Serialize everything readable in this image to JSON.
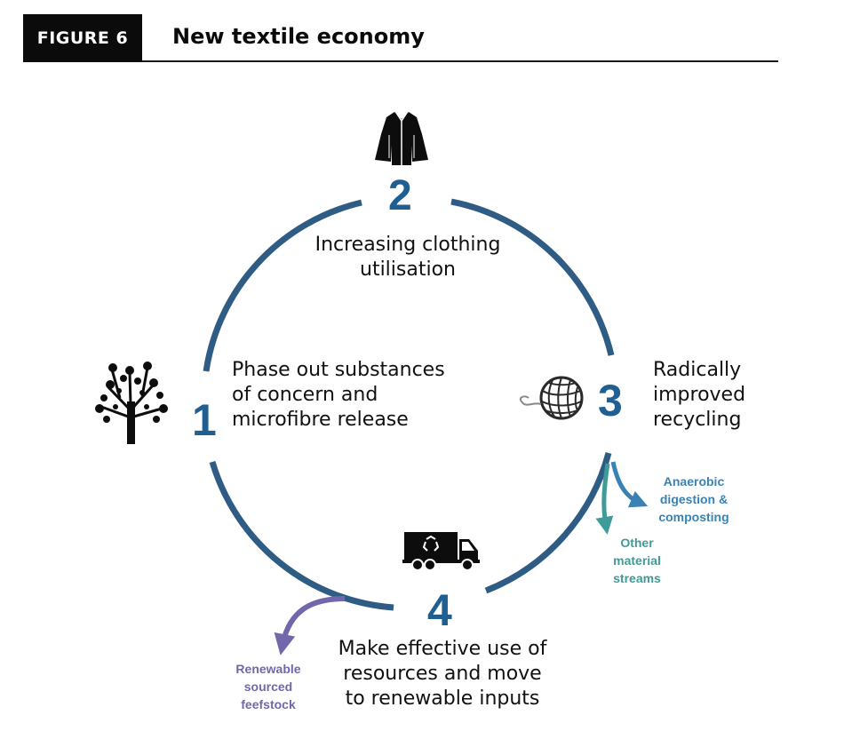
{
  "header": {
    "badge": "FIGURE 6",
    "title": "New textile economy"
  },
  "colors": {
    "cycle": "#2f5c84",
    "number": "#1f5f91",
    "anaerobic": "#3b82b4",
    "other_streams": "#3f9b9a",
    "renewable": "#7068ab"
  },
  "stages": [
    {
      "number": "1",
      "lines": [
        "Phase out substances",
        "of concern and",
        "microfibre release"
      ],
      "icon": "tree-icon"
    },
    {
      "number": "2",
      "lines": [
        "Increasing clothing",
        "utilisation"
      ],
      "icon": "jacket-icon"
    },
    {
      "number": "3",
      "lines": [
        "Radically",
        "improved",
        "recycling"
      ],
      "icon": "yarn-ball-icon"
    },
    {
      "number": "4",
      "lines": [
        "Make effective use of",
        "resources and move",
        "to renewable inputs"
      ],
      "icon": "recycling-truck-icon"
    }
  ],
  "side_flows": {
    "anaerobic": [
      "Anaerobic",
      "digestion &",
      "composting"
    ],
    "other": [
      "Other",
      "material",
      "streams"
    ],
    "renewable": [
      "Renewable",
      "sourced",
      "feefstock"
    ]
  }
}
